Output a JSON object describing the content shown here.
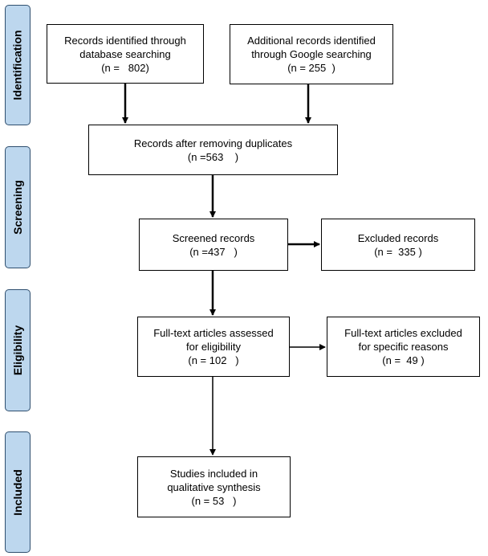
{
  "phases": {
    "identification": "Identification",
    "screening": "Screening",
    "eligibility": "Eligibility",
    "included": "Included"
  },
  "boxes": {
    "db_search": {
      "line1": "Records identified through",
      "line2": "database searching",
      "line3": "(n =   802)"
    },
    "google_search": {
      "line1": "Additional records identified",
      "line2": "through Google searching",
      "line3": "(n = 255  )"
    },
    "after_duplicates": {
      "line1": "Records after removing duplicates",
      "line2": "(n =563    )"
    },
    "screened": {
      "line1": "Screened records",
      "line2": "(n =437   )"
    },
    "excluded": {
      "line1": "Excluded records",
      "line2": "(n =  335 )"
    },
    "fulltext_assessed": {
      "line1": "Full-text articles assessed",
      "line2": "for eligibility",
      "line3": "(n = 102   )"
    },
    "fulltext_excluded": {
      "line1": "Full-text articles excluded",
      "line2": "for specific reasons",
      "line3": "(n =  49 )"
    },
    "included_studies": {
      "line1": "Studies included in",
      "line2": "qualitative synthesis",
      "line3": "(n = 53   )"
    }
  },
  "colors": {
    "phase_fill": "#bdd7ee",
    "phase_border": "#2f4f6f",
    "arrow": "#000000"
  }
}
